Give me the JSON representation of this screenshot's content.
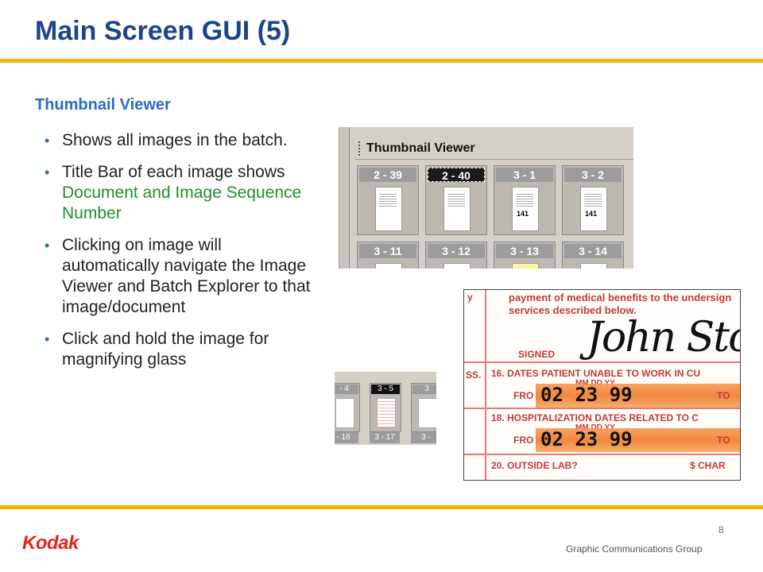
{
  "slide": {
    "title": "Main Screen GUI  (5)",
    "section": "Thumbnail Viewer",
    "bullets": [
      {
        "text": "Shows all images in the batch."
      },
      {
        "text": "Title Bar of each image shows ",
        "highlight": "Document and Image Sequence Number"
      },
      {
        "text": "Clicking on image will automatically navigate the Image Viewer and Batch Explorer to that image/document"
      },
      {
        "text": "Click and hold the image for magnifying glass"
      }
    ],
    "colors": {
      "title": "#1c4587",
      "rule": "#f2b705",
      "highlight": "#1f8f2a",
      "brand": "#e2261c"
    }
  },
  "thumbnail_viewer": {
    "title": "Thumbnail Viewer",
    "row1": [
      "2 - 39",
      "2 - 40",
      "3 - 1",
      "3 - 2"
    ],
    "row2": [
      "3 - 11",
      "3 - 12",
      "3 - 13",
      "3 - 14"
    ],
    "selected": "2 - 40",
    "doc_mark": "141"
  },
  "strip": {
    "row1": [
      "- 4",
      "3 - 5",
      "3"
    ],
    "row2": [
      "- 16",
      "3 - 17",
      "3 -"
    ]
  },
  "magnifier": {
    "lines": [
      "payment of medical benefits to the undersign",
      "services described below.",
      "SIGNED",
      "16. DATES PATIENT UNABLE TO WORK IN CU",
      "MM    DD    YY",
      "FRO",
      "TO",
      "18. HOSPITALIZATION DATES RELATED TO C",
      "MM    DD    YY",
      "FRO",
      "TO",
      "20. OUTSIDE LAB?",
      "$ CHAR"
    ],
    "left_codes": [
      "y",
      "SS."
    ],
    "signature": "John Sto",
    "date1": "02  23  99",
    "date2": "02  23  99"
  },
  "footer": {
    "brand": "Kodak",
    "page": "8",
    "group": "Graphic Communications Group"
  }
}
